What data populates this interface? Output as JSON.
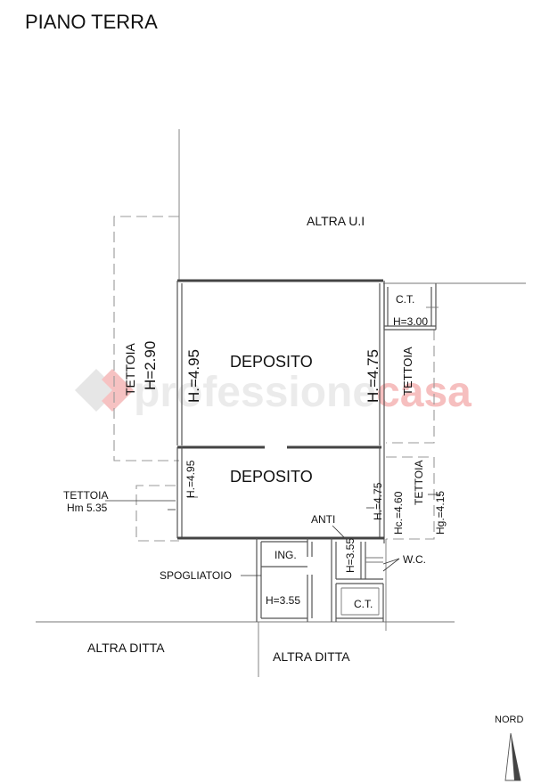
{
  "title": "PIANO TERRA",
  "watermark": {
    "prefix": "professione",
    "suffix": "casa",
    "colors": {
      "prefix": "#e8e8e8",
      "suffix": "#f5b5b5",
      "diamond_gray": "#e6e6e6",
      "diamond_red": "#f6c2c2"
    }
  },
  "labels": {
    "altra_ui": "ALTRA  U.I",
    "deposito_top": "DEPOSITO",
    "deposito_bottom": "DEPOSITO",
    "tettoia_left": "TETTOIA",
    "h_tettoia_left": "H=2.90",
    "h_dep_left": "H.=4.95",
    "h_dep_right": "H.=4.75",
    "tettoia_right_top": "TETTOIA",
    "ct_top": "C.T.",
    "h_ct_top": "H=3.00",
    "h_dep2_left": "H.=4.95",
    "tettoia_left2": "TETTOIA",
    "hm_tettoia_left2": "Hm 5.35",
    "anti": "ANTI",
    "h_dep2_right": "H.=4.75",
    "hc": "Hc.=4.60",
    "tettoia_right2": "TETTOIA",
    "hg": "Hg.=4.15",
    "ing": "ING.",
    "h_anti": "H=3.55",
    "wc": "W.C.",
    "spogliatoio": "SPOGLIATOIO",
    "h_spogliatoio": "H=3.55",
    "ct_bottom": "C.T.",
    "altra_ditta_left": "ALTRA  DITTA",
    "altra_ditta_right": "ALTRA  DITTA",
    "nord": "NORD"
  }
}
